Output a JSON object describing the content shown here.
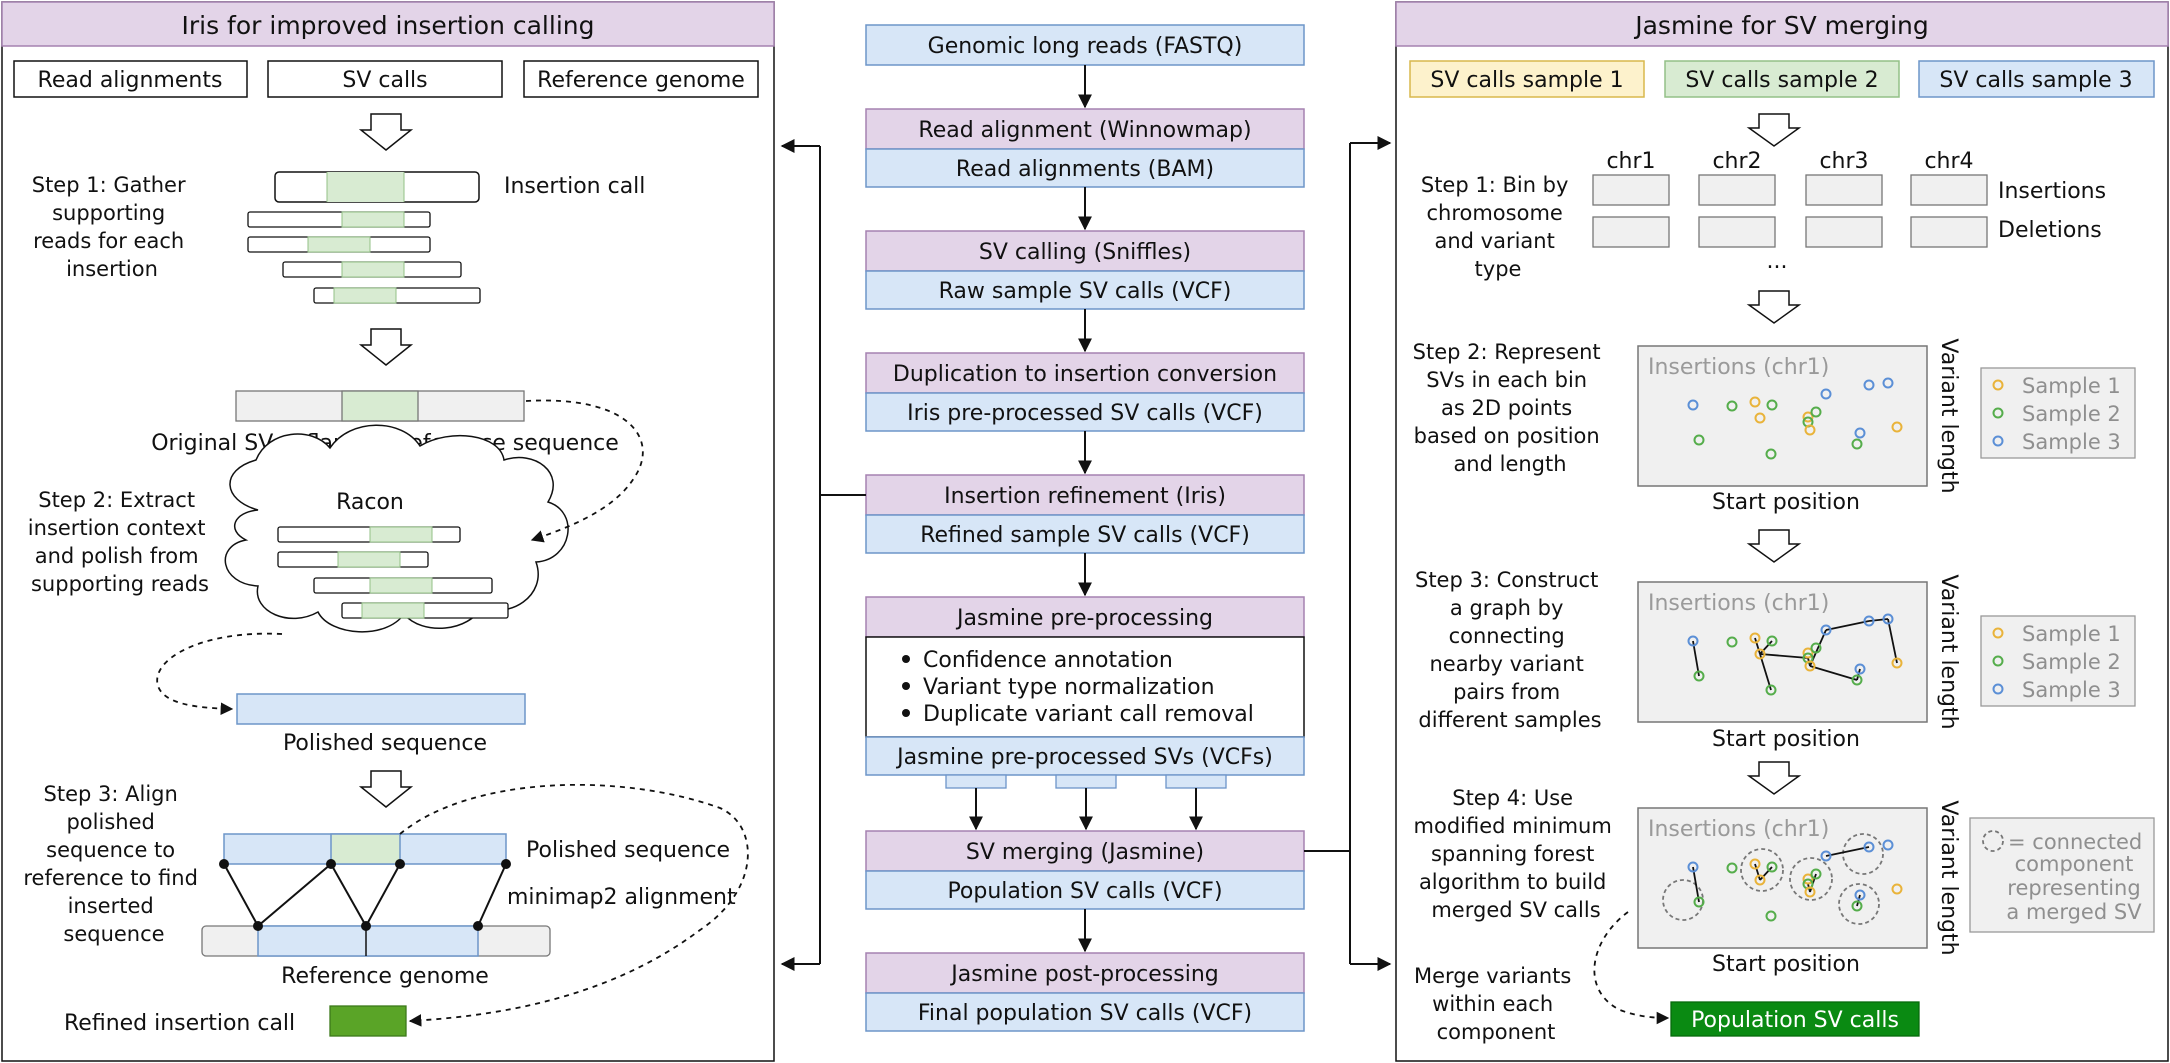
{
  "left": {
    "title": "Iris for improved insertion calling",
    "inputs": [
      "Read alignments",
      "SV calls",
      "Reference genome"
    ],
    "step1": [
      "Step 1: Gather",
      "supporting",
      "reads for each",
      "insertion"
    ],
    "insertion_call": "Insertion call",
    "orig_sv": "Original SV + flanking reference sequence",
    "step2": [
      "Step 2: Extract",
      "insertion context",
      "and polish from",
      "supporting reads"
    ],
    "racon": "Racon",
    "polished_seq": "Polished sequence",
    "step3": [
      "Step 3: Align",
      "polished",
      "sequence to",
      "reference to find",
      "inserted",
      "sequence"
    ],
    "polished_seq_label": "Polished sequence",
    "minimap2": "minimap2 alignment",
    "ref_genome": "Reference genome",
    "refined_call": "Refined insertion call"
  },
  "center": {
    "top": "Genomic long reads (FASTQ)",
    "stages": [
      {
        "process": "Read alignment (Winnowmap)",
        "output": "Read alignments (BAM)"
      },
      {
        "process": "SV calling (Sniffles)",
        "output": "Raw sample SV calls (VCF)"
      },
      {
        "process": "Duplication to insertion conversion",
        "output": "Iris pre-processed SV calls (VCF)"
      },
      {
        "process": "Insertion refinement (Iris)",
        "output": "Refined sample SV calls (VCF)"
      }
    ],
    "preproc_title": "Jasmine pre-processing",
    "preproc_bullets": [
      "Confidence annotation",
      "Variant type normalization",
      "Duplicate variant call removal"
    ],
    "preproc_output": "Jasmine pre-processed SVs (VCFs)",
    "merging": "SV merging (Jasmine)",
    "population": "Population SV calls (VCF)",
    "post": "Jasmine post-processing",
    "final": "Final population SV calls (VCF)"
  },
  "right": {
    "title": "Jasmine for SV merging",
    "samples": [
      "SV calls sample 1",
      "SV calls sample 2",
      "SV calls sample 3"
    ],
    "chromosomes": [
      "chr1",
      "chr2",
      "chr3",
      "chr4"
    ],
    "insertions": "Insertions",
    "deletions": "Deletions",
    "ellipsis": "...",
    "step1": [
      "Step 1: Bin by",
      "chromosome",
      "and variant",
      "type"
    ],
    "step2": [
      "Step 2: Represent",
      "SVs in each bin",
      "as 2D points",
      "based on position",
      "and length"
    ],
    "step3": [
      "Step 3: Construct",
      "a graph by",
      "connecting",
      "nearby variant",
      "pairs from",
      "different samples"
    ],
    "step4": [
      "Step 4: Use",
      "modified minimum",
      "spanning forest",
      "algorithm to build",
      "merged SV calls"
    ],
    "merge": [
      "Merge variants",
      "within each",
      "component"
    ],
    "plot_title": "Insertions (chr1)",
    "x_axis": "Start position",
    "y_axis": "Variant length",
    "legend": [
      "Sample 1",
      "Sample 2",
      "Sample 3"
    ],
    "component_legend": [
      "= connected",
      "component",
      "representing",
      "a merged SV"
    ],
    "population_calls": "Population SV calls"
  },
  "colors": {
    "purple": "#e3d4e8",
    "purple_border": "#a582b1",
    "blue": "#d7e6f7",
    "blue_border": "#6d95c9",
    "green_fill": "#d8ebd2",
    "green_border": "#93c087",
    "green_dark": "#5aa427",
    "green_pop": "#0a8a12",
    "yellow": "#fdf2cc",
    "yellow_border": "#d8b84c",
    "sample1": "#e9b33a",
    "sample2": "#55ad4b",
    "sample3": "#5b8fd6"
  }
}
